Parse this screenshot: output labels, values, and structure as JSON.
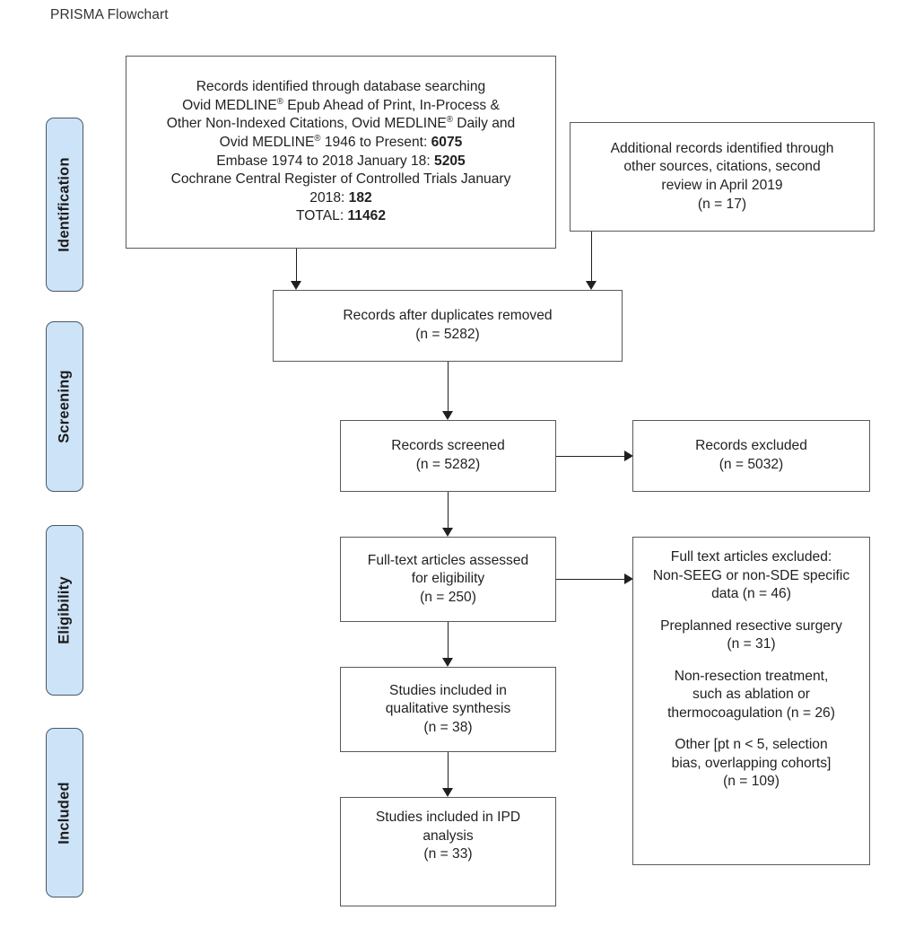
{
  "title": "PRISMA Flowchart",
  "stages": [
    {
      "label": "Identification"
    },
    {
      "label": "Screening"
    },
    {
      "label": "Eligibility"
    },
    {
      "label": "Included"
    }
  ],
  "nodes": {
    "database_search": {
      "line1": "Records identified through database searching",
      "line2_a": "Ovid MEDLINE",
      "line2_b": " Epub Ahead of Print, In-Process &",
      "line3_a": "Other Non-Indexed Citations, Ovid MEDLINE",
      "line3_b": " Daily and",
      "line4_a": "Ovid MEDLINE",
      "line4_b": " 1946 to Present: ",
      "line4_value": "6075",
      "line5_a": "Embase 1974 to 2018 January 18: ",
      "line5_value": "5205",
      "line6": "Cochrane Central Register of Controlled Trials January",
      "line7_a": "2018: ",
      "line7_value": "182",
      "line8_a": "TOTAL: ",
      "line8_value": "11462"
    },
    "additional_records": {
      "line1": "Additional records identified through",
      "line2": "other sources, citations, second",
      "line3": "review in April 2019",
      "line4": "(n = 17)"
    },
    "duplicates_removed": {
      "line1": "Records after duplicates removed",
      "line2": "(n = 5282)"
    },
    "records_screened": {
      "line1": "Records screened",
      "line2": "(n = 5282)"
    },
    "records_excluded": {
      "line1": "Records excluded",
      "line2": "(n = 5032)"
    },
    "fulltext_assessed": {
      "line1": "Full-text articles assessed",
      "line2": "for eligibility",
      "line3": "(n = 250)"
    },
    "fulltext_excluded": {
      "line1": "Full text articles excluded:",
      "line2": "Non-SEEG or non-SDE specific",
      "line3": "data (n = 46)",
      "line4": "Preplanned resective surgery",
      "line5": "(n = 31)",
      "line6": "Non-resection treatment,",
      "line7": "such as ablation or",
      "line8": "thermocoagulation (n = 26)",
      "line9": "Other [pt n < 5, selection",
      "line10": "bias, overlapping cohorts]",
      "line11": "(n = 109)"
    },
    "qualitative_synthesis": {
      "line1": "Studies included in",
      "line2": "qualitative synthesis",
      "line3": "(n = 38)"
    },
    "ipd_analysis": {
      "line1": "Studies included in IPD",
      "line2": "analysis",
      "line3": "(n = 33)"
    }
  },
  "colors": {
    "stage_fill": "#cde3f7",
    "stage_border": "#4a5864",
    "node_border": "#58595b",
    "text": "#231f20",
    "background": "#ffffff"
  },
  "chart_data": {
    "type": "diagram",
    "diagram_kind": "prisma-flow",
    "title": "PRISMA Flowchart",
    "stages": [
      "Identification",
      "Screening",
      "Eligibility",
      "Included"
    ],
    "counts": {
      "ovid_medline_1946_to_present": 6075,
      "embase_1974_to_2018_january_18": 5205,
      "cochrane_central_january_2018": 182,
      "total_database_records": 11462,
      "additional_records_other_sources": 17,
      "records_after_duplicates_removed": 5282,
      "records_screened": 5282,
      "records_excluded": 5032,
      "fulltext_assessed_for_eligibility": 250,
      "excluded_non_seeg_or_non_sde_specific_data": 46,
      "excluded_preplanned_resective_surgery": 31,
      "excluded_non_resection_treatment": 26,
      "excluded_other": 109,
      "studies_qualitative_synthesis": 38,
      "studies_ipd_analysis": 33
    },
    "edges": [
      {
        "from": "database_search",
        "to": "duplicates_removed"
      },
      {
        "from": "additional_records",
        "to": "duplicates_removed"
      },
      {
        "from": "duplicates_removed",
        "to": "records_screened"
      },
      {
        "from": "records_screened",
        "to": "records_excluded"
      },
      {
        "from": "records_screened",
        "to": "fulltext_assessed"
      },
      {
        "from": "fulltext_assessed",
        "to": "fulltext_excluded"
      },
      {
        "from": "fulltext_assessed",
        "to": "qualitative_synthesis"
      },
      {
        "from": "qualitative_synthesis",
        "to": "ipd_analysis"
      }
    ]
  }
}
